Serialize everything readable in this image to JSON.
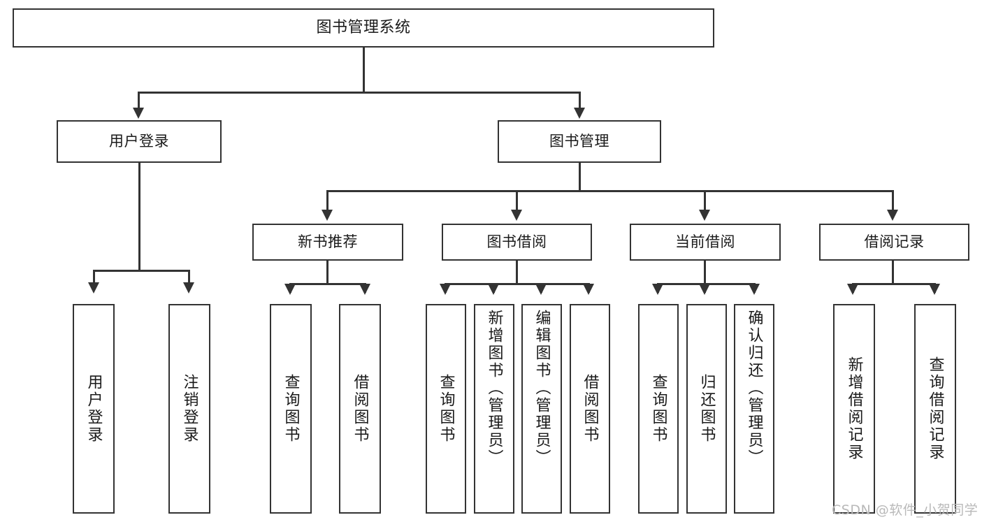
{
  "diagram": {
    "title": "图书管理系统",
    "type": "tree",
    "root": {
      "label": "图书管理系统"
    },
    "level1": [
      {
        "label": "用户登录"
      },
      {
        "label": "图书管理"
      }
    ],
    "level2": [
      {
        "label": "新书推荐"
      },
      {
        "label": "图书借阅"
      },
      {
        "label": "当前借阅"
      },
      {
        "label": "借阅记录"
      }
    ],
    "leaves": {
      "user_login": [
        {
          "label": "用户登录"
        },
        {
          "label": "注销登录"
        }
      ],
      "new_book_recommend": [
        {
          "label": "查询图书"
        },
        {
          "label": "借阅图书"
        }
      ],
      "book_borrow": [
        {
          "label": "查询图书"
        },
        {
          "label": "新增图书（管理员）"
        },
        {
          "label": "编辑图书（管理员）"
        },
        {
          "label": "借阅图书"
        }
      ],
      "current_borrow": [
        {
          "label": "查询图书"
        },
        {
          "label": "归还图书"
        },
        {
          "label": "确认归还（管理员）"
        }
      ],
      "borrow_record": [
        {
          "label": "新增借阅记录"
        },
        {
          "label": "查询借阅记录"
        }
      ]
    }
  },
  "watermark": {
    "text": "CSDN @软件_小贺同学"
  },
  "colors": {
    "stroke": "#333333",
    "fill": "#ffffff",
    "text": "#1a1a1a",
    "watermark": "#b9b9b9"
  }
}
